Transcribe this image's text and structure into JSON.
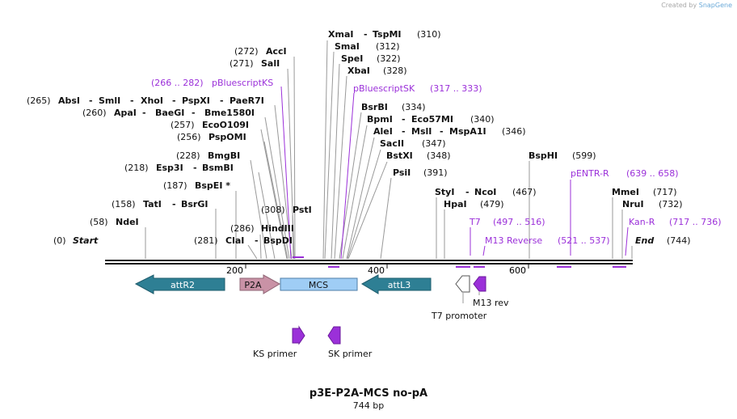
{
  "credit": {
    "prefix": "Created by",
    "brand": "SnapGene"
  },
  "plasmid": {
    "name": "p3E-P2A-MCS no-pA",
    "size_label": "744 bp"
  },
  "colors": {
    "primer": "#9b30d9",
    "feature_teal": "#2e7f94",
    "feature_p2a": "#c992a6",
    "feature_mcs": "#9fcdf5",
    "promoter": "#ffffff",
    "text": "#111111"
  },
  "ruler": {
    "ticks": [
      {
        "value": 200,
        "label": "200"
      },
      {
        "value": 400,
        "label": "400"
      },
      {
        "value": 600,
        "label": "600"
      }
    ]
  },
  "sites": [
    {
      "pos": "(0)",
      "text": [
        "Start"
      ],
      "italic": true
    },
    {
      "pos": "(58)",
      "text": [
        "NdeI"
      ]
    },
    {
      "pos": "(158)",
      "text": [
        "TatI",
        "BsrGI"
      ]
    },
    {
      "pos": "(187)",
      "text": [
        "BspEI *"
      ]
    },
    {
      "pos": "(218)",
      "text": [
        "Esp3I",
        "BsmBI"
      ]
    },
    {
      "pos": "(228)",
      "text": [
        "BmgBI"
      ]
    },
    {
      "pos": "(256)",
      "text": [
        "PspOMI"
      ]
    },
    {
      "pos": "(257)",
      "text": [
        "EcoO109I"
      ]
    },
    {
      "pos": "(260)",
      "text": [
        "ApaI",
        "BaeGI",
        "Bme1580I"
      ]
    },
    {
      "pos": "(265)",
      "text": [
        "AbsI",
        "SmlI",
        "XhoI",
        "PspXI",
        "PaeR7I"
      ]
    },
    {
      "pos": "(271)",
      "text": [
        "SalI"
      ]
    },
    {
      "pos": "(272)",
      "text": [
        "AccI"
      ]
    },
    {
      "pos": "(281)",
      "text": [
        "ClaI",
        "BspDI"
      ]
    },
    {
      "pos": "(286)",
      "text": [
        "HindIII"
      ]
    },
    {
      "pos": "(308)",
      "text": [
        "PstI"
      ]
    },
    {
      "pos": "(310)",
      "text": [
        "XmaI",
        "TspMI"
      ]
    },
    {
      "pos": "(312)",
      "text": [
        "SmaI"
      ]
    },
    {
      "pos": "(322)",
      "text": [
        "SpeI"
      ]
    },
    {
      "pos": "(328)",
      "text": [
        "XbaI"
      ]
    },
    {
      "pos": "(334)",
      "text": [
        "BsrBI"
      ]
    },
    {
      "pos": "(340)",
      "text": [
        "BpmI",
        "Eco57MI"
      ]
    },
    {
      "pos": "(346)",
      "text": [
        "AleI",
        "MslI",
        "MspA1I"
      ]
    },
    {
      "pos": "(347)",
      "text": [
        "SacII"
      ]
    },
    {
      "pos": "(348)",
      "text": [
        "BstXI"
      ]
    },
    {
      "pos": "(391)",
      "text": [
        "PsiI"
      ]
    },
    {
      "pos": "(467)",
      "text": [
        "StyI",
        "NcoI"
      ]
    },
    {
      "pos": "(479)",
      "text": [
        "HpaI"
      ]
    },
    {
      "pos": "(599)",
      "text": [
        "BspHI"
      ]
    },
    {
      "pos": "(717)",
      "text": [
        "MmeI"
      ]
    },
    {
      "pos": "(732)",
      "text": [
        "NruI"
      ]
    },
    {
      "pos": "(744)",
      "text": [
        "End"
      ],
      "italic": true
    }
  ],
  "primer_sites": [
    {
      "name": "pBluescriptKS",
      "range": "(266 .. 282)"
    },
    {
      "name": "pBluescriptSK",
      "range": "(317 .. 333)"
    },
    {
      "name": "T7",
      "range": "(497 .. 516)"
    },
    {
      "name": "M13 Reverse",
      "range": "(521 .. 537)"
    },
    {
      "name": "pENTR-R",
      "range": "(639 .. 658)"
    },
    {
      "name": "Kan-R",
      "range": "(717 .. 736)"
    }
  ],
  "features": [
    {
      "name": "attR2",
      "type": "arrow-left",
      "color": "#2e7f94"
    },
    {
      "name": "P2A",
      "type": "arrow-right",
      "color": "#c992a6"
    },
    {
      "name": "MCS",
      "type": "box",
      "color": "#9fcdf5"
    },
    {
      "name": "attL3",
      "type": "arrow-left",
      "color": "#2e7f94"
    },
    {
      "name": "T7 promoter",
      "type": "arrow-left",
      "color": "#ffffff"
    },
    {
      "name": "M13 rev",
      "type": "arrow-left",
      "color": "#9b30d9"
    },
    {
      "name": "KS primer",
      "type": "arrow-right",
      "color": "#9b30d9"
    },
    {
      "name": "SK primer",
      "type": "arrow-left",
      "color": "#9b30d9"
    }
  ]
}
